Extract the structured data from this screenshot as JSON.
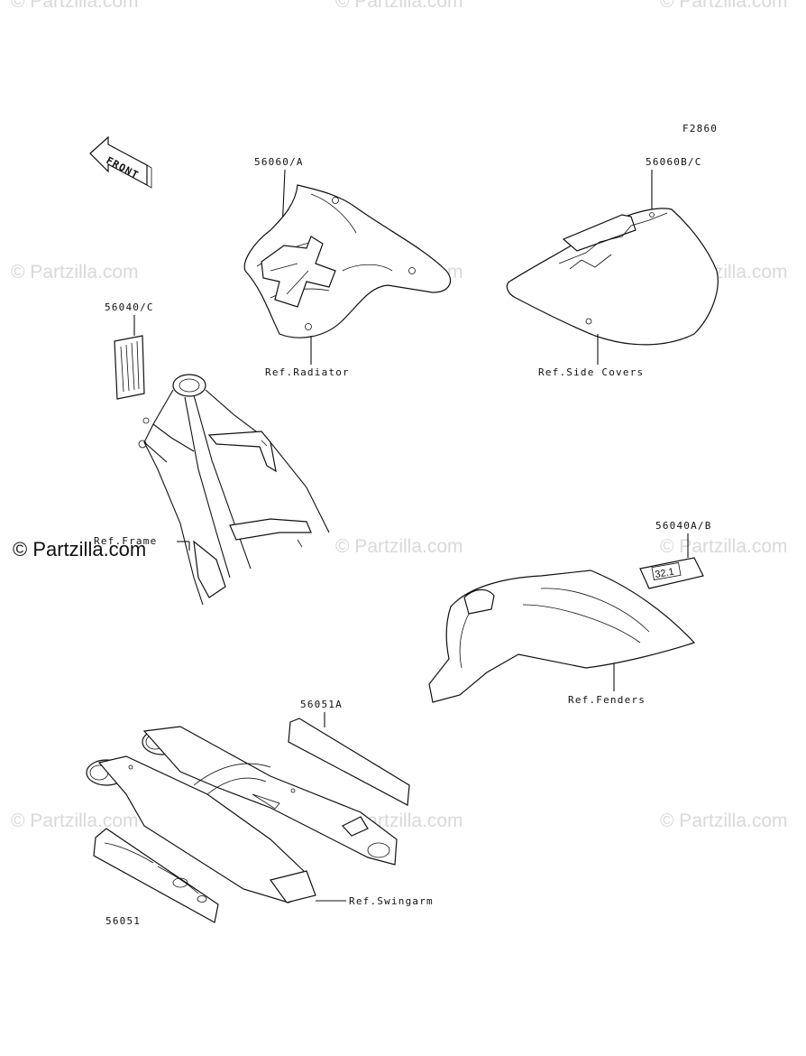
{
  "figure_code": "F2860",
  "front_label": "FRONT",
  "watermark_text": "© Partzilla.com",
  "callouts": {
    "shroud_decal": "56060/A",
    "side_cover_decal": "56060B/C",
    "frame_decal": "56040/C",
    "fender_decal": "56040A/B",
    "swingarm_decal_upper": "56051A",
    "swingarm_decal_lower": "56051"
  },
  "references": {
    "radiator": "Ref.Radiator",
    "side_covers": "Ref.Side Covers",
    "frame": "Ref.Frame",
    "fenders": "Ref.Fenders",
    "swingarm": "Ref.Swingarm"
  },
  "fender_label_text": "32.1",
  "colors": {
    "ink": "#111111",
    "watermark": "#d9d9d9"
  }
}
